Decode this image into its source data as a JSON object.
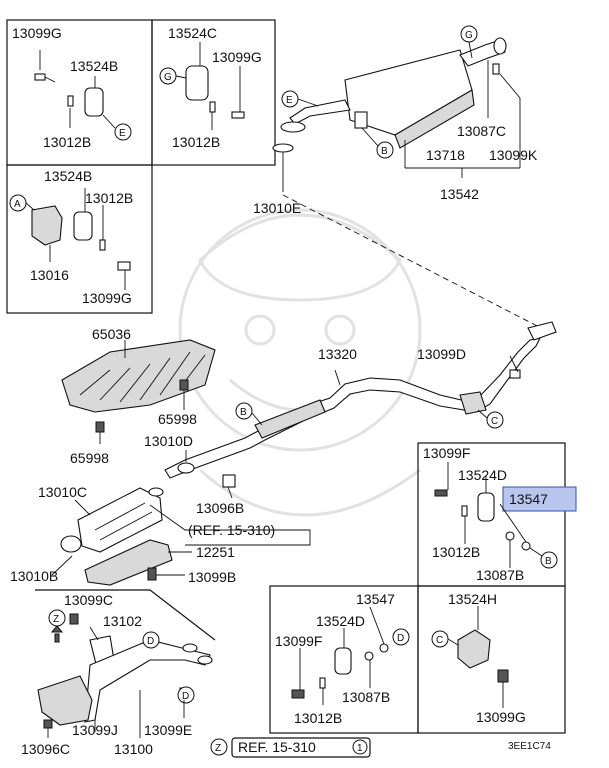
{
  "labels": {
    "p13099G_a": "13099G",
    "p13524B_a": "13524B",
    "p13012B_a": "13012B",
    "p13524C": "13524C",
    "p13099G_b": "13099G",
    "p13012B_b": "13012B",
    "p13524B_b": "13524B",
    "p13012B_c": "13012B",
    "p13016": "13016",
    "p13099G_c": "13099G",
    "p13087C": "13087C",
    "p13718": "13718",
    "p13099K": "13099K",
    "p13542": "13542",
    "p13010E": "13010E",
    "p65036": "65036",
    "p13320": "13320",
    "p13099D": "13099D",
    "p65998_a": "65998",
    "p65998_b": "65998",
    "p13010D": "13010D",
    "p13096B": "13096B",
    "p13010C": "13010C",
    "ref_15_310": "(REF. 15-310)",
    "p12251": "12251",
    "p13010B": "13010B",
    "p13099B": "13099B",
    "p13099C": "13099C",
    "p13102": "13102",
    "p13099J": "13099J",
    "p13099E": "13099E",
    "p13100": "13100",
    "p13096C": "13096C",
    "p13099F_a": "13099F",
    "p13524D_a": "13524D",
    "p13547_hl": "13547",
    "p13012B_d": "13012B",
    "p13087B_a": "13087B",
    "p13547_b": "13547",
    "p13524D_b": "13524D",
    "p13099F_b": "13099F",
    "p13087B_b": "13087B",
    "p13012B_e": "13012B",
    "p13524H": "13524H",
    "p13099G_d": "13099G",
    "ref_bottom": "REF. 15-310",
    "diagram_code": "3EE1C74"
  },
  "callouts": {
    "A": "A",
    "B": "B",
    "C": "C",
    "D": "D",
    "E": "E",
    "G": "G",
    "Z": "Z",
    "one": "1"
  },
  "highlight_color": "#b8c6ee"
}
